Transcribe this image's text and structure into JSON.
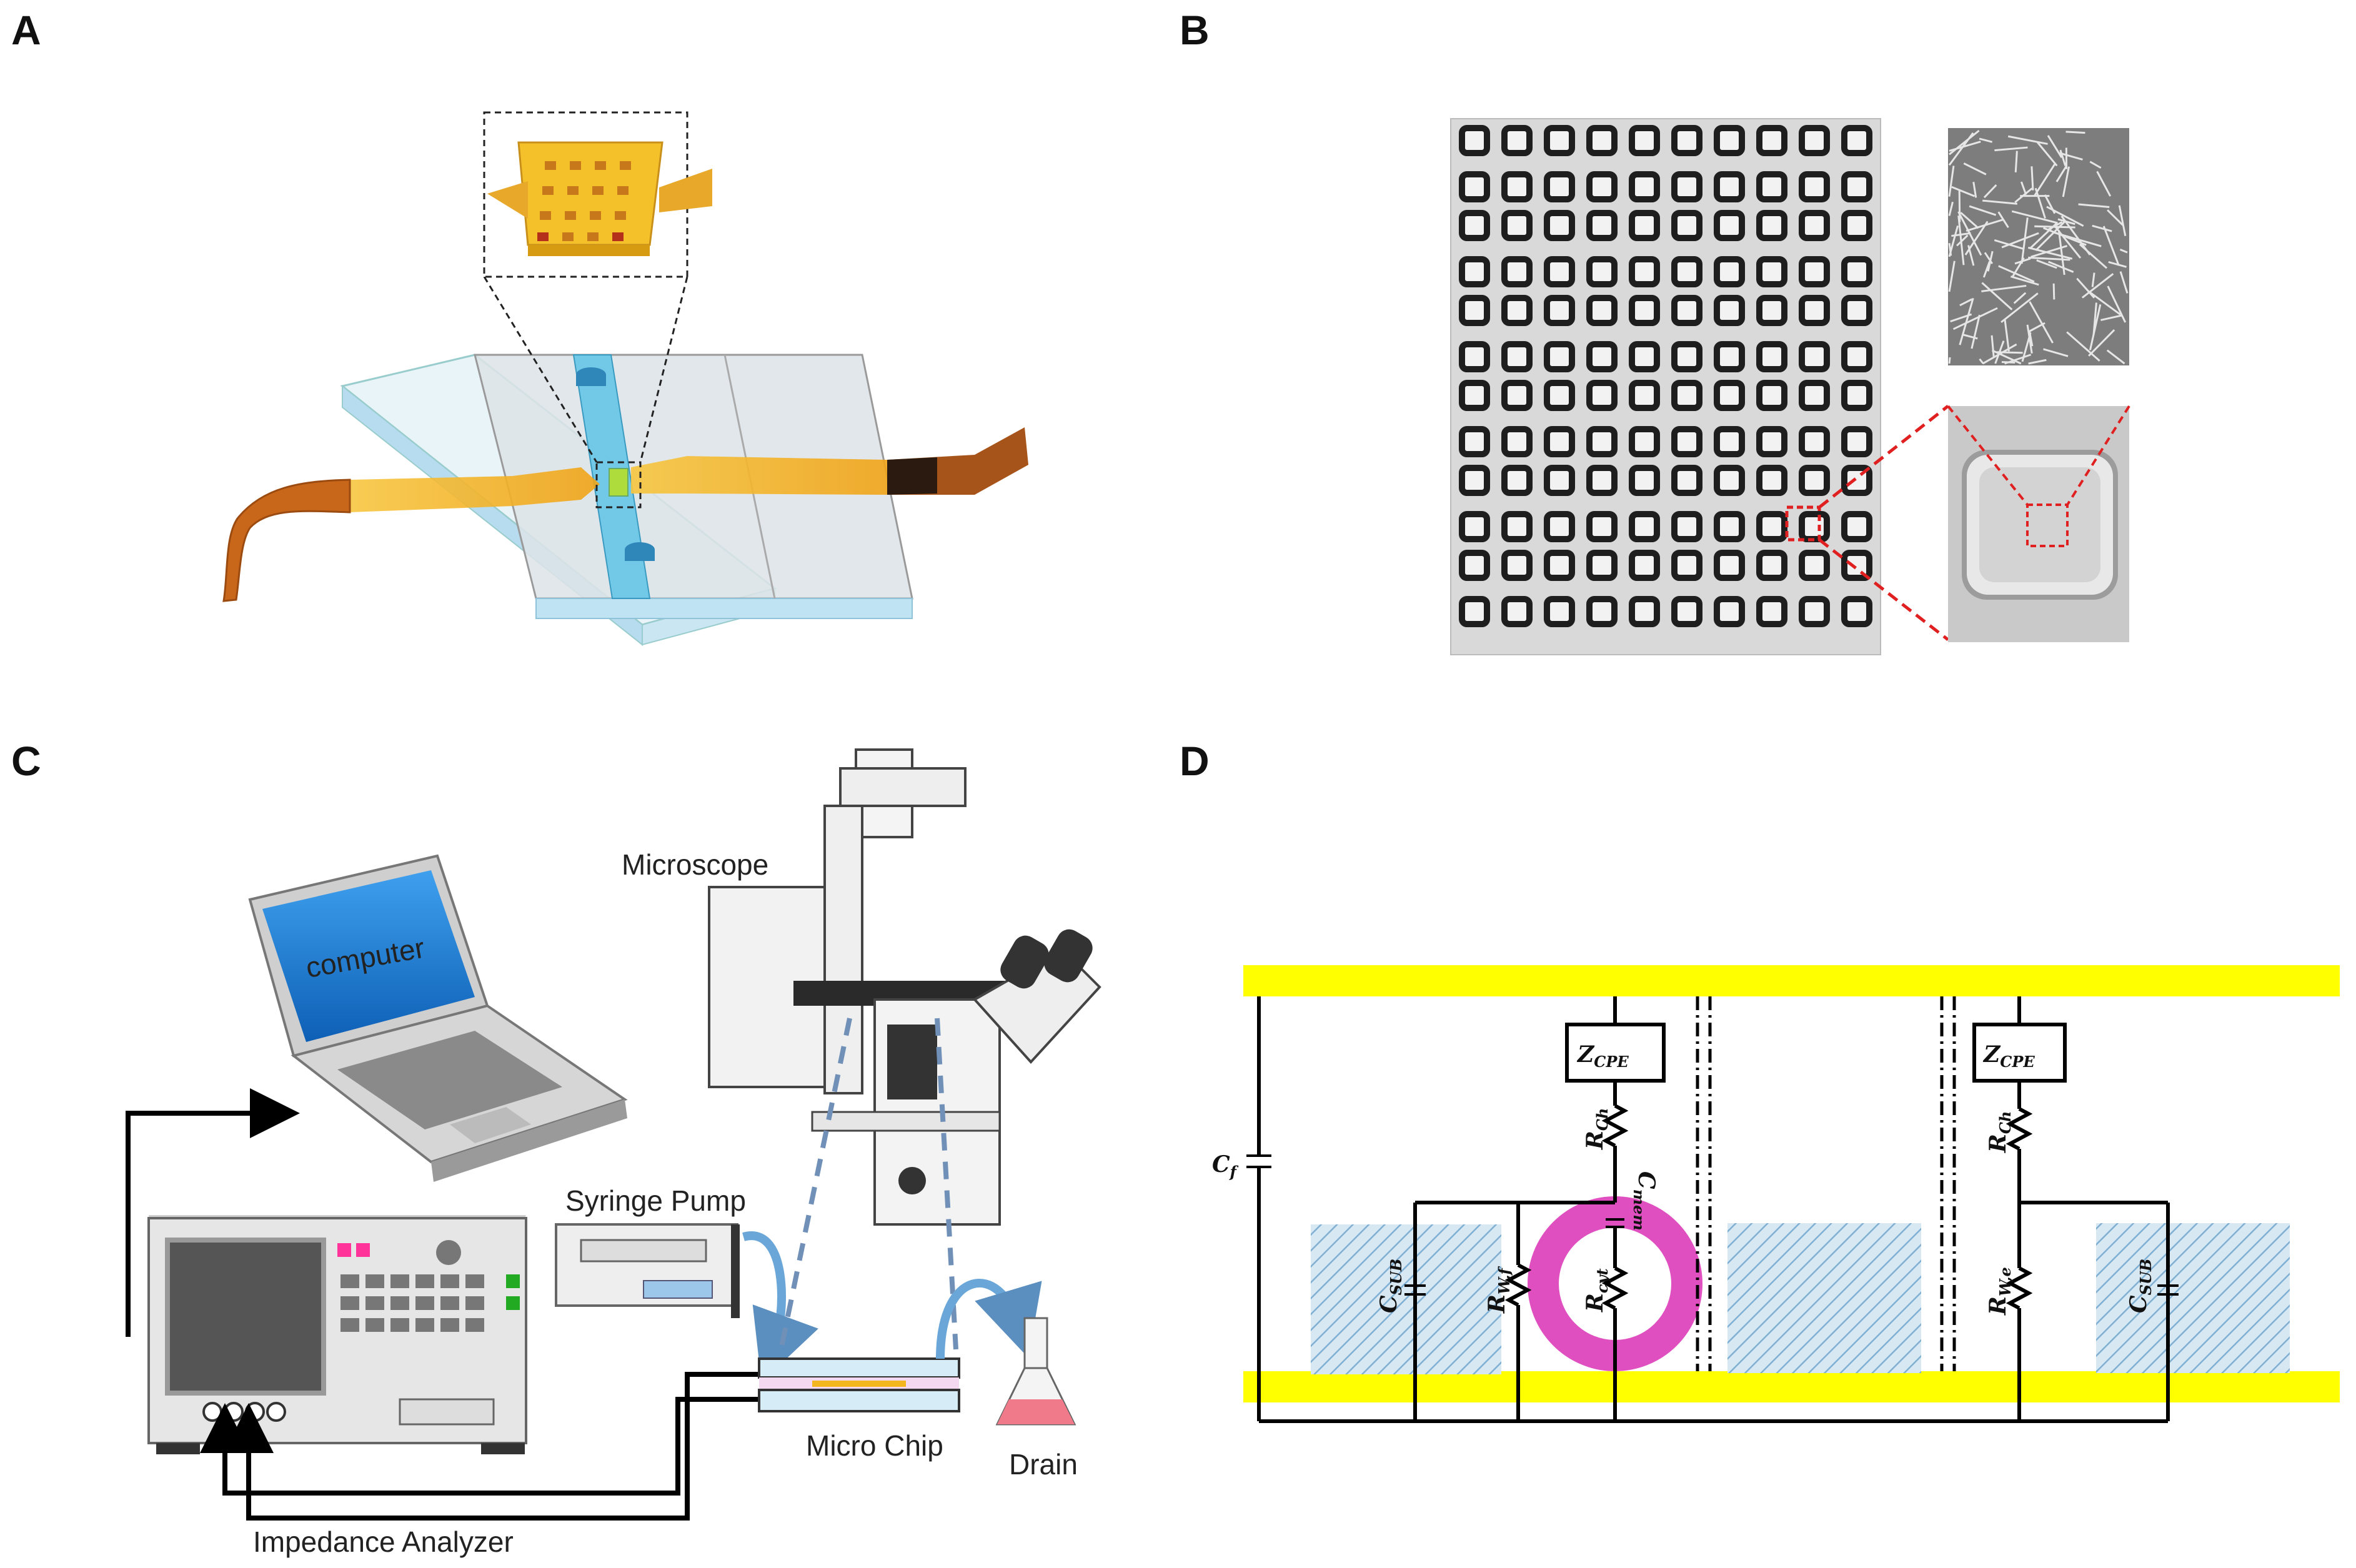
{
  "panels": {
    "a": "A",
    "b": "B",
    "c": "C",
    "d": "D"
  },
  "panel_c": {
    "computer": "computer",
    "microscope": "Microscope",
    "syringe_pump": "Syringe Pump",
    "micro_chip": "Micro Chip",
    "drain": "Drain",
    "impedance_analyzer": "Impedance Analyzer"
  },
  "panel_d": {
    "c_f": {
      "main": "C",
      "sub": "f"
    },
    "z_cpe_1": {
      "main": "Z",
      "sub": "CPE"
    },
    "z_cpe_2": {
      "main": "Z",
      "sub": "CPE"
    },
    "r_ch_1": {
      "main": "R",
      "sub": "Ch"
    },
    "r_ch_2": {
      "main": "R",
      "sub": "Ch"
    },
    "c_mem": {
      "main": "C",
      "sub": "mem"
    },
    "r_cyt": {
      "main": "R",
      "sub": "cyt"
    },
    "r_wf": {
      "main": "R",
      "sub": "W,f"
    },
    "r_we": {
      "main": "R",
      "sub": "W,e"
    },
    "c_sub_1": {
      "main": "C",
      "sub": "SUB"
    },
    "c_sub_2": {
      "main": "C",
      "sub": "SUB"
    }
  },
  "colors": {
    "electrode_yellow": "#ffff00",
    "cell_ring": "#e04fc0",
    "hatch": "#a8cbe0",
    "screen_blue": "#1a7fd6",
    "gold": "#f3b61f",
    "ribbon": "#c8661a"
  }
}
